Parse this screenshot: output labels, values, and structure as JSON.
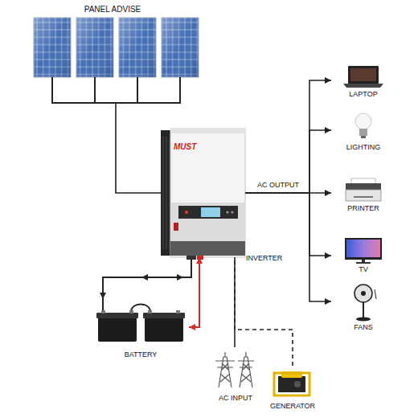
{
  "diagram": {
    "nodes": [
      {
        "text": [
          "PANEL ADVISE"
        ]
      },
      {
        "text": [
          "MUST",
          "INVERTER"
        ]
      },
      {
        "text": [
          "LAPTOP"
        ]
      },
      {
        "text": [
          "LIGHTING"
        ]
      },
      {
        "text": [
          "PRINTER"
        ]
      },
      {
        "text": [
          "TV"
        ]
      },
      {
        "text": [
          "FANS"
        ]
      },
      {
        "text": [
          "BATTERY"
        ]
      },
      {
        "text": [
          "AC INPUT"
        ]
      },
      {
        "text": [
          "GENERATOR"
        ]
      }
    ],
    "edges": [
      {
        "from": 0,
        "to": 1,
        "arrow": "none"
      },
      {
        "from": 1,
        "to": 2,
        "arrow": "to"
      },
      {
        "from": 1,
        "to": 3,
        "arrow": "to"
      },
      {
        "from": 1,
        "to": 4,
        "label": "AC OUTPUT",
        "arrow": "to"
      },
      {
        "from": 1,
        "to": 5,
        "arrow": "to"
      },
      {
        "from": 1,
        "to": 6,
        "arrow": "to"
      },
      {
        "from": 1,
        "to": 7,
        "arrow": "both"
      },
      {
        "from": 8,
        "to": 1,
        "arrow": "none"
      },
      {
        "from": 9,
        "to": 1,
        "arrow": "none"
      }
    ]
  }
}
